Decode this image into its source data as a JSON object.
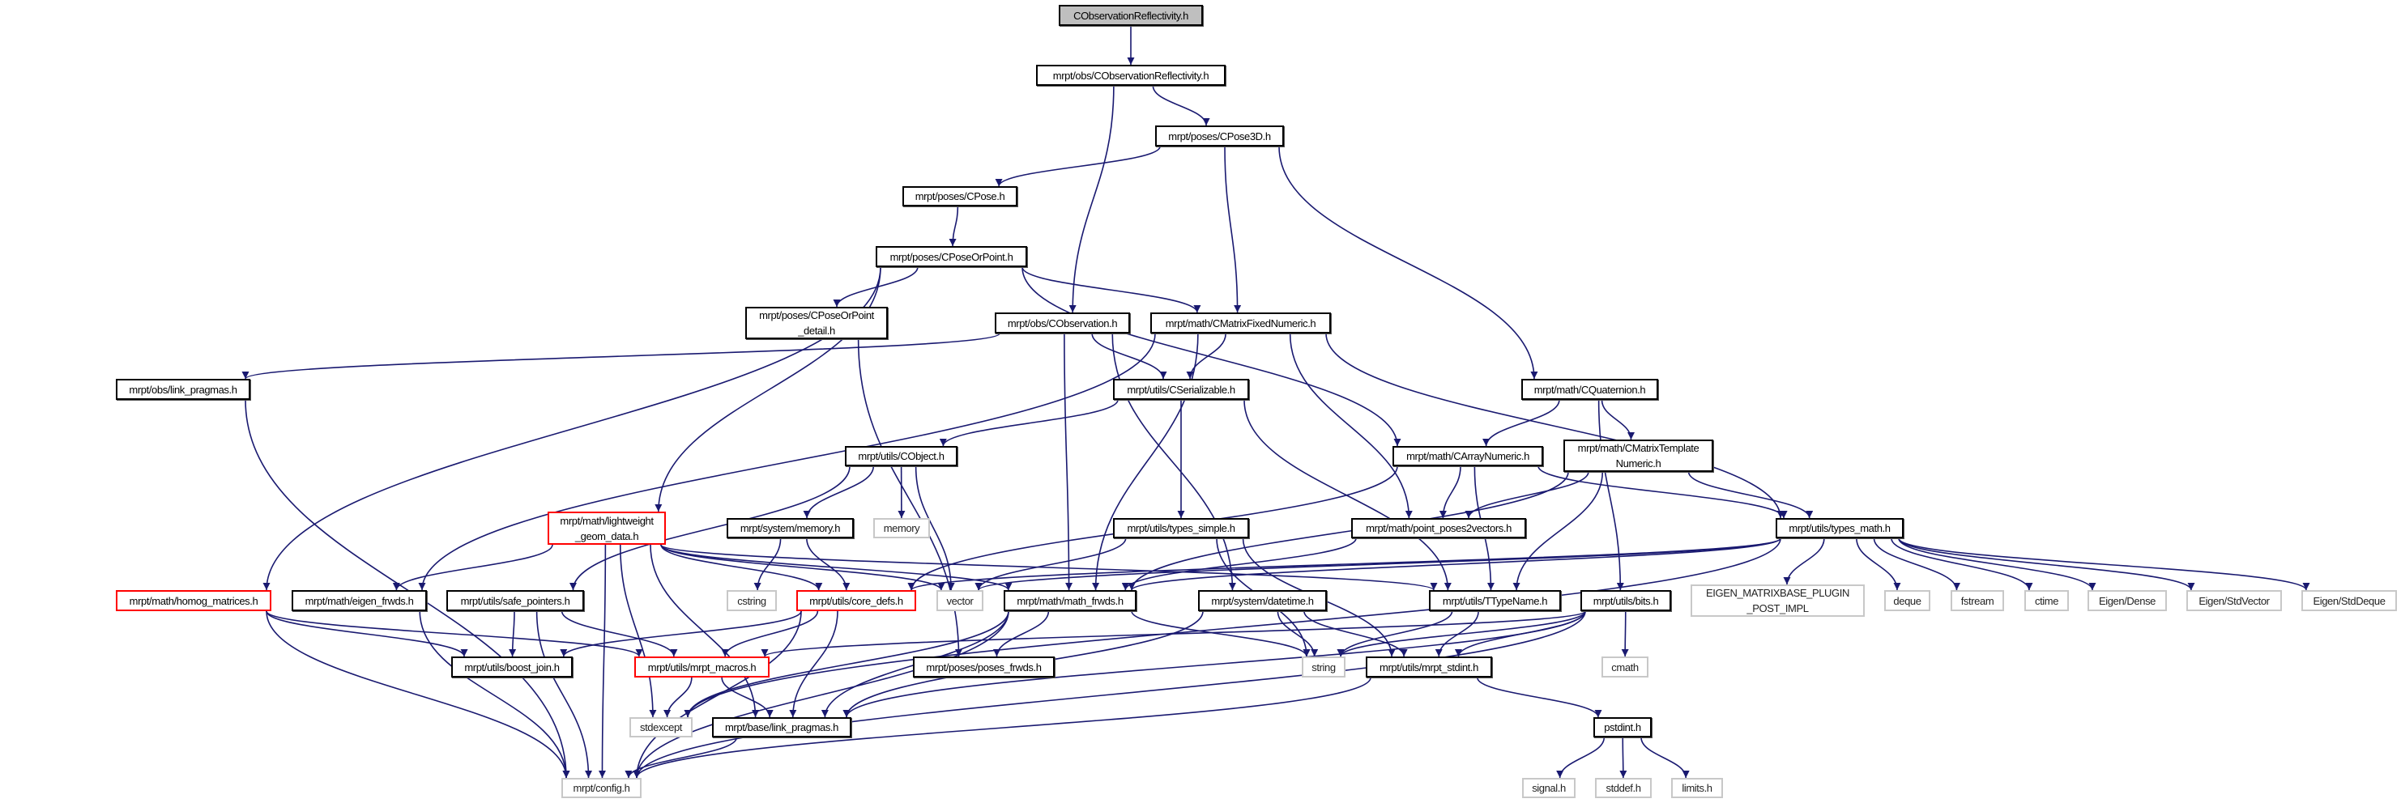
{
  "title": "CObservationReflectivity.h",
  "colors": {
    "edge": "#191970",
    "normal_border": "#000000",
    "incomplete_border": "#ff0000",
    "system_border": "#c8c8c8",
    "root_fill": "#bfbfbf"
  },
  "nodes": {
    "root": {
      "label": "CObservationReflectivity.h",
      "kind": "root"
    },
    "obsrefl": {
      "label": "mrpt/obs/CObservationReflectivity.h",
      "kind": "normal"
    },
    "cpose3d": {
      "label": "mrpt/poses/CPose3D.h",
      "kind": "normal"
    },
    "cpose": {
      "label": "mrpt/poses/CPose.h",
      "kind": "normal"
    },
    "cposeorpoint": {
      "label": "mrpt/poses/CPoseOrPoint.h",
      "kind": "normal"
    },
    "cposeorpoint_detail": {
      "label": "mrpt/poses/CPoseOrPoint\n_detail.h",
      "kind": "normal"
    },
    "cobservation": {
      "label": "mrpt/obs/CObservation.h",
      "kind": "normal"
    },
    "cmatrixfixed": {
      "label": "mrpt/math/CMatrixFixedNumeric.h",
      "kind": "normal"
    },
    "obs_link_pragmas": {
      "label": "mrpt/obs/link_pragmas.h",
      "kind": "normal"
    },
    "cserializable": {
      "label": "mrpt/utils/CSerializable.h",
      "kind": "normal"
    },
    "cquaternion": {
      "label": "mrpt/math/CQuaternion.h",
      "kind": "normal"
    },
    "cobject": {
      "label": "mrpt/utils/CObject.h",
      "kind": "normal"
    },
    "carraynumeric": {
      "label": "mrpt/math/CArrayNumeric.h",
      "kind": "normal"
    },
    "cmatrixtemplate": {
      "label": "mrpt/math/CMatrixTemplate\nNumeric.h",
      "kind": "normal"
    },
    "lightweight": {
      "label": "mrpt/math/lightweight\n_geom_data.h",
      "kind": "red"
    },
    "sys_memory": {
      "label": "mrpt/system/memory.h",
      "kind": "normal"
    },
    "memory": {
      "label": "memory",
      "kind": "gray"
    },
    "types_simple": {
      "label": "mrpt/utils/types_simple.h",
      "kind": "normal"
    },
    "point_poses2vectors": {
      "label": "mrpt/math/point_poses2vectors.h",
      "kind": "normal"
    },
    "types_math": {
      "label": "mrpt/utils/types_math.h",
      "kind": "normal"
    },
    "homog": {
      "label": "mrpt/math/homog_matrices.h",
      "kind": "red"
    },
    "eigen_frwds": {
      "label": "mrpt/math/eigen_frwds.h",
      "kind": "normal"
    },
    "safe_pointers": {
      "label": "mrpt/utils/safe_pointers.h",
      "kind": "normal"
    },
    "cstring": {
      "label": "cstring",
      "kind": "gray"
    },
    "core_defs": {
      "label": "mrpt/utils/core_defs.h",
      "kind": "red"
    },
    "vector": {
      "label": "vector",
      "kind": "gray"
    },
    "math_frwds": {
      "label": "mrpt/math/math_frwds.h",
      "kind": "normal"
    },
    "datetime": {
      "label": "mrpt/system/datetime.h",
      "kind": "normal"
    },
    "ttypename": {
      "label": "mrpt/utils/TTypeName.h",
      "kind": "normal"
    },
    "bits": {
      "label": "mrpt/utils/bits.h",
      "kind": "normal"
    },
    "eigen_plugin": {
      "label": "EIGEN_MATRIXBASE_PLUGIN\n_POST_IMPL",
      "kind": "gray"
    },
    "deque": {
      "label": "deque",
      "kind": "gray"
    },
    "fstream": {
      "label": "fstream",
      "kind": "gray"
    },
    "ctime": {
      "label": "ctime",
      "kind": "gray"
    },
    "eigen_dense": {
      "label": "Eigen/Dense",
      "kind": "gray"
    },
    "eigen_stdvector": {
      "label": "Eigen/StdVector",
      "kind": "gray"
    },
    "eigen_stddeque": {
      "label": "Eigen/StdDeque",
      "kind": "gray"
    },
    "boost_join": {
      "label": "mrpt/utils/boost_join.h",
      "kind": "normal"
    },
    "mrpt_macros": {
      "label": "mrpt/utils/mrpt_macros.h",
      "kind": "red"
    },
    "poses_frwds": {
      "label": "mrpt/poses/poses_frwds.h",
      "kind": "normal"
    },
    "string": {
      "label": "string",
      "kind": "gray"
    },
    "mrpt_stdint": {
      "label": "mrpt/utils/mrpt_stdint.h",
      "kind": "normal"
    },
    "cmath": {
      "label": "cmath",
      "kind": "gray"
    },
    "stdexcept": {
      "label": "stdexcept",
      "kind": "gray"
    },
    "base_link_pragmas": {
      "label": "mrpt/base/link_pragmas.h",
      "kind": "normal"
    },
    "pstdint": {
      "label": "pstdint.h",
      "kind": "normal"
    },
    "config": {
      "label": "mrpt/config.h",
      "kind": "gray"
    },
    "signal": {
      "label": "signal.h",
      "kind": "gray"
    },
    "stddef": {
      "label": "stddef.h",
      "kind": "gray"
    },
    "limits": {
      "label": "limits.h",
      "kind": "gray"
    }
  },
  "edges": [
    [
      "root",
      "obsrefl"
    ],
    [
      "obsrefl",
      "cobservation"
    ],
    [
      "obsrefl",
      "cpose3d"
    ],
    [
      "cpose3d",
      "cpose"
    ],
    [
      "cpose3d",
      "cmatrixfixed"
    ],
    [
      "cpose3d",
      "cquaternion"
    ],
    [
      "cpose",
      "cposeorpoint"
    ],
    [
      "cposeorpoint",
      "homog"
    ],
    [
      "cposeorpoint",
      "lightweight"
    ],
    [
      "cposeorpoint",
      "cposeorpoint_detail"
    ],
    [
      "cposeorpoint",
      "cmatrixfixed"
    ],
    [
      "cposeorpoint",
      "carraynumeric"
    ],
    [
      "cposeorpoint_detail",
      "poses_frwds"
    ],
    [
      "cobservation",
      "obs_link_pragmas"
    ],
    [
      "cobservation",
      "cserializable"
    ],
    [
      "cobservation",
      "math_frwds"
    ],
    [
      "cobservation",
      "datetime"
    ],
    [
      "cmatrixfixed",
      "cserializable"
    ],
    [
      "cmatrixfixed",
      "eigen_frwds"
    ],
    [
      "cmatrixfixed",
      "point_poses2vectors"
    ],
    [
      "cmatrixfixed",
      "types_math"
    ],
    [
      "cmatrixfixed",
      "math_frwds"
    ],
    [
      "obs_link_pragmas",
      "config"
    ],
    [
      "cserializable",
      "cobject"
    ],
    [
      "cserializable",
      "types_simple"
    ],
    [
      "cserializable",
      "ttypename"
    ],
    [
      "cquaternion",
      "carraynumeric"
    ],
    [
      "cquaternion",
      "cmatrixtemplate"
    ],
    [
      "cquaternion",
      "bits"
    ],
    [
      "cobject",
      "sys_memory"
    ],
    [
      "cobject",
      "memory"
    ],
    [
      "cobject",
      "vector"
    ],
    [
      "cobject",
      "safe_pointers"
    ],
    [
      "carraynumeric",
      "core_defs"
    ],
    [
      "carraynumeric",
      "point_poses2vectors"
    ],
    [
      "carraynumeric",
      "types_math"
    ],
    [
      "carraynumeric",
      "ttypename"
    ],
    [
      "cmatrixtemplate",
      "point_poses2vectors"
    ],
    [
      "cmatrixtemplate",
      "types_math"
    ],
    [
      "cmatrixtemplate",
      "ttypename"
    ],
    [
      "cmatrixtemplate",
      "math_frwds"
    ],
    [
      "sys_memory",
      "cstring"
    ],
    [
      "sys_memory",
      "core_defs"
    ],
    [
      "types_simple",
      "vector"
    ],
    [
      "types_simple",
      "string"
    ],
    [
      "types_simple",
      "mrpt_stdint"
    ],
    [
      "point_poses2vectors",
      "math_frwds"
    ],
    [
      "types_math",
      "vector"
    ],
    [
      "types_math",
      "core_defs"
    ],
    [
      "types_math",
      "math_frwds"
    ],
    [
      "types_math",
      "stdexcept"
    ],
    [
      "types_math",
      "eigen_plugin"
    ],
    [
      "types_math",
      "deque"
    ],
    [
      "types_math",
      "fstream"
    ],
    [
      "types_math",
      "ctime"
    ],
    [
      "types_math",
      "eigen_dense"
    ],
    [
      "types_math",
      "eigen_stdvector"
    ],
    [
      "types_math",
      "eigen_stddeque"
    ],
    [
      "lightweight",
      "config"
    ],
    [
      "lightweight",
      "eigen_frwds"
    ],
    [
      "lightweight",
      "stdexcept"
    ],
    [
      "lightweight",
      "base_link_pragmas"
    ],
    [
      "lightweight",
      "vector"
    ],
    [
      "lightweight",
      "ttypename"
    ],
    [
      "lightweight",
      "math_frwds"
    ],
    [
      "lightweight",
      "core_defs"
    ],
    [
      "homog",
      "config"
    ],
    [
      "homog",
      "boost_join"
    ],
    [
      "homog",
      "mrpt_macros"
    ],
    [
      "eigen_frwds",
      "config"
    ],
    [
      "safe_pointers",
      "config"
    ],
    [
      "safe_pointers",
      "boost_join"
    ],
    [
      "safe_pointers",
      "mrpt_macros"
    ],
    [
      "core_defs",
      "boost_join"
    ],
    [
      "core_defs",
      "mrpt_macros"
    ],
    [
      "core_defs",
      "base_link_pragmas"
    ],
    [
      "core_defs",
      "config"
    ],
    [
      "math_frwds",
      "poses_frwds"
    ],
    [
      "math_frwds",
      "string"
    ],
    [
      "math_frwds",
      "base_link_pragmas"
    ],
    [
      "math_frwds",
      "config"
    ],
    [
      "math_frwds",
      "stdexcept"
    ],
    [
      "datetime",
      "string"
    ],
    [
      "datetime",
      "mrpt_stdint"
    ],
    [
      "datetime",
      "base_link_pragmas"
    ],
    [
      "ttypename",
      "string"
    ],
    [
      "ttypename",
      "mrpt_stdint"
    ],
    [
      "bits",
      "mrpt_macros"
    ],
    [
      "bits",
      "string"
    ],
    [
      "bits",
      "mrpt_stdint"
    ],
    [
      "bits",
      "base_link_pragmas"
    ],
    [
      "bits",
      "cmath"
    ],
    [
      "bits",
      "config"
    ],
    [
      "mrpt_macros",
      "stdexcept"
    ],
    [
      "mrpt_macros",
      "base_link_pragmas"
    ],
    [
      "base_link_pragmas",
      "config"
    ],
    [
      "mrpt_stdint",
      "pstdint"
    ],
    [
      "mrpt_stdint",
      "config"
    ],
    [
      "pstdint",
      "signal"
    ],
    [
      "pstdint",
      "stddef"
    ],
    [
      "pstdint",
      "limits"
    ]
  ]
}
